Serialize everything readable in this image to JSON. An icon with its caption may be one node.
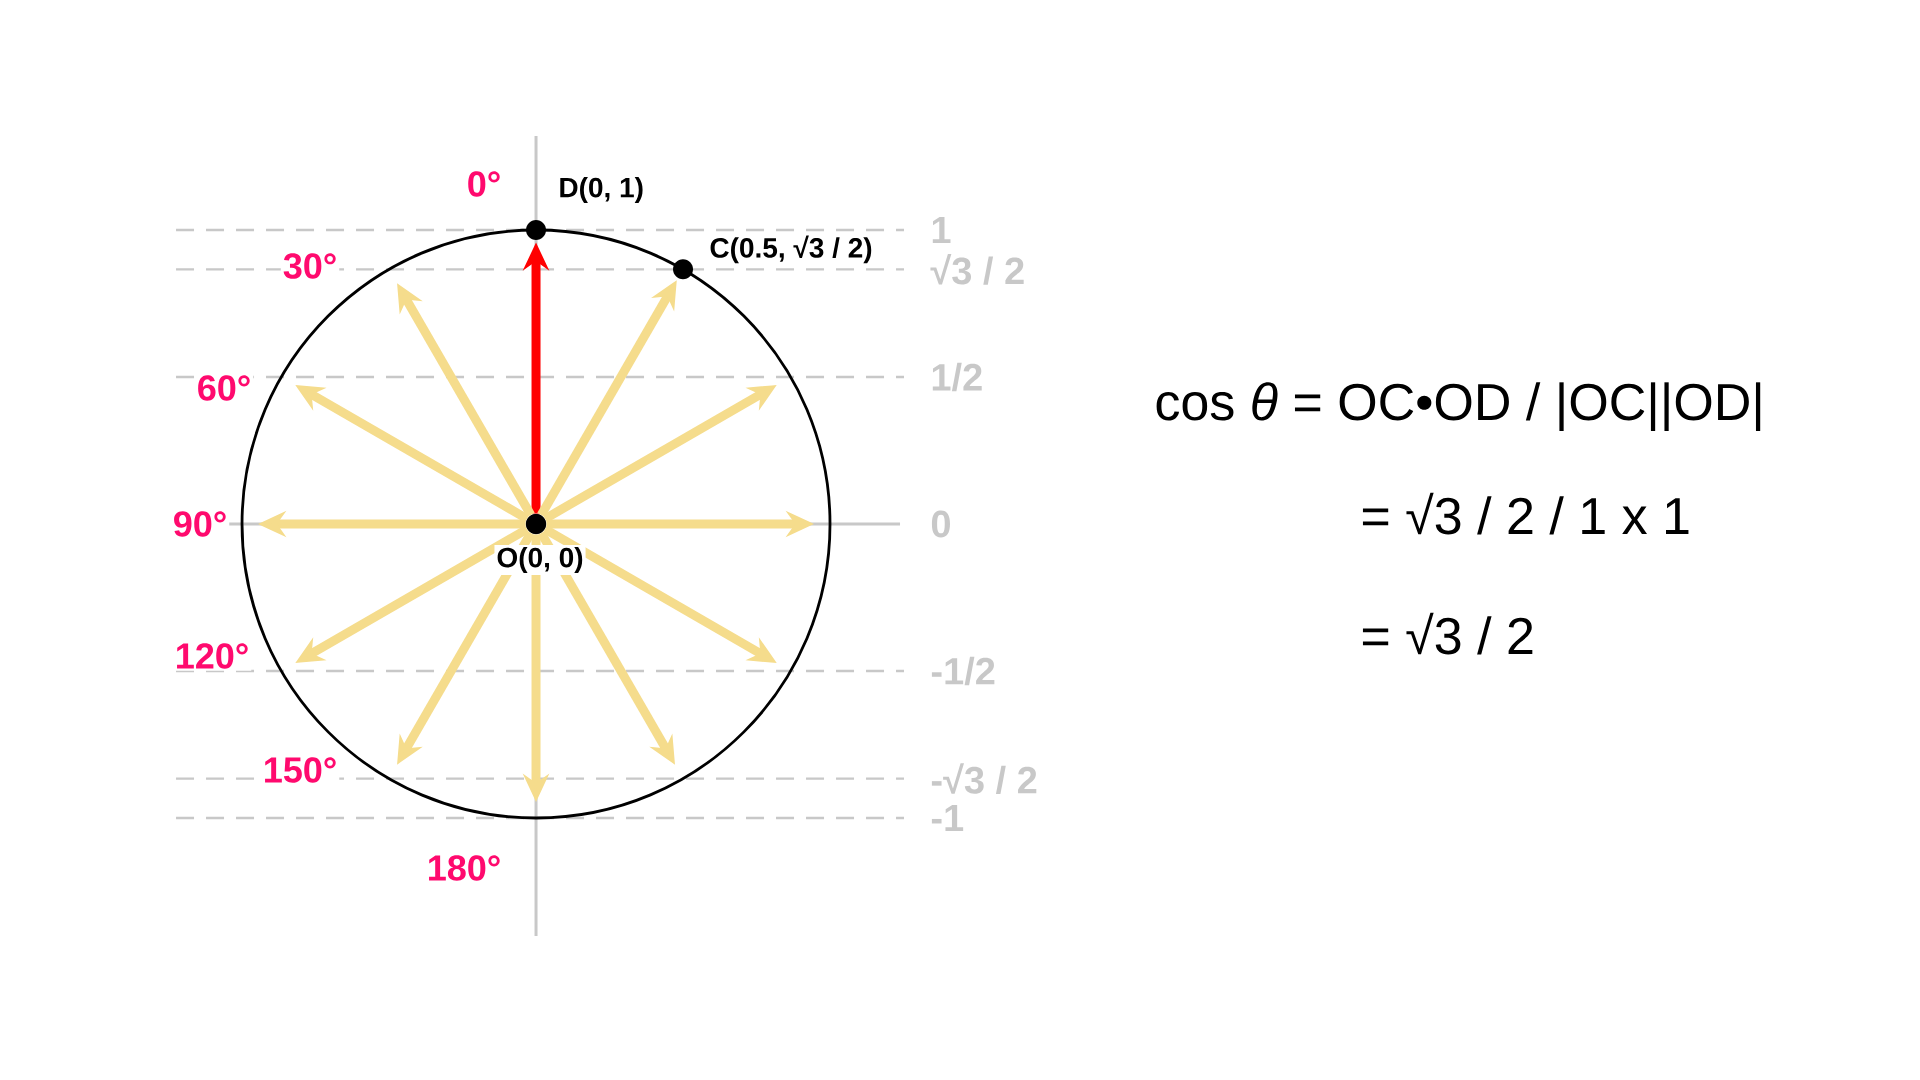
{
  "diagram": {
    "nodes": [
      {
        "text": [],
        "shape": "circle",
        "beside": [
          "O(0, 0)"
        ]
      },
      {
        "text": [],
        "shape": "circle",
        "beside": [
          "D(0, 1)"
        ]
      },
      {
        "text": [],
        "shape": "circle",
        "beside": [
          "C(0.5, √3 / 2)"
        ]
      }
    ],
    "edges": [
      {
        "from": 0,
        "to": 1,
        "arrow": "to",
        "color": "#ff0000"
      },
      {
        "from": 0,
        "to": 2,
        "arrow": "to"
      },
      {
        "from": 0,
        "to": null,
        "arrow": "to"
      },
      {
        "from": 0,
        "to": null,
        "arrow": "to"
      },
      {
        "from": 0,
        "to": null,
        "arrow": "to"
      },
      {
        "from": 0,
        "to": null,
        "arrow": "to"
      },
      {
        "from": 0,
        "to": null,
        "arrow": "to"
      },
      {
        "from": 0,
        "to": null,
        "arrow": "to"
      },
      {
        "from": 0,
        "to": null,
        "arrow": "to"
      },
      {
        "from": 0,
        "to": null,
        "arrow": "to"
      },
      {
        "from": 0,
        "to": null,
        "arrow": "to"
      },
      {
        "from": 0,
        "to": null,
        "arrow": "to"
      }
    ],
    "labels": [
      "0°",
      "1",
      "30°",
      "√3 / 2",
      "60°",
      "1/2",
      "90°",
      "0",
      "120°",
      "-1/2",
      "150°",
      "-√3 / 2",
      "180°",
      "-1",
      "cos *θ* = OC•OD / |OC||OD|",
      "= √3 / 2 / 1 x 1",
      "= √3 / 2"
    ]
  }
}
